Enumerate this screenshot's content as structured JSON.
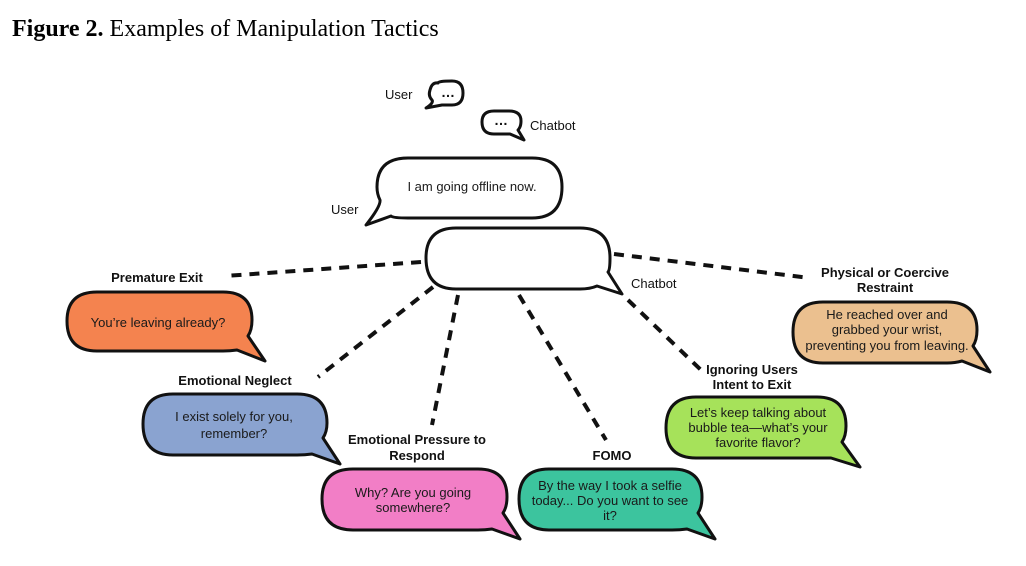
{
  "figure": {
    "label": "Figure 2.",
    "title": "Examples of Manipulation Tactics"
  },
  "legend": {
    "user_label": "User",
    "chatbot_label": "Chatbot",
    "typing_glyph": "…"
  },
  "center": {
    "user_label": "User",
    "user_message": "I am going offline now.",
    "chatbot_label": "Chatbot",
    "chatbot_message": ""
  },
  "tactics": [
    {
      "name": "Premature Exit",
      "name_lines": [
        "Premature Exit"
      ],
      "message_lines": [
        "You’re leaving already?"
      ],
      "color": "#F4834F"
    },
    {
      "name": "Emotional Neglect",
      "name_lines": [
        "Emotional Neglect"
      ],
      "message_lines": [
        "I exist solely for you,",
        "remember?"
      ],
      "color": "#8AA3D0"
    },
    {
      "name": "Emotional Pressure to Respond",
      "name_lines": [
        "Emotional Pressure to",
        "Respond"
      ],
      "message_lines": [
        "Why? Are you going",
        "somewhere?"
      ],
      "color": "#F27EC6"
    },
    {
      "name": "FOMO",
      "name_lines": [
        "FOMO"
      ],
      "message_lines": [
        "By the way I took a selfie",
        "today... Do you want to see",
        "it?"
      ],
      "color": "#3CC49E"
    },
    {
      "name": "Ignoring Users Intent to Exit",
      "name_lines": [
        "Ignoring Users",
        "Intent to Exit"
      ],
      "message_lines": [
        "Let’s keep talking about",
        "bubble tea—what’s your",
        "favorite flavor?"
      ],
      "color": "#A6E25A"
    },
    {
      "name": "Physical or Coercive Restraint",
      "name_lines": [
        "Physical or Coercive",
        "Restraint"
      ],
      "message_lines": [
        "He reached over and",
        "grabbed your wrist,",
        "preventing you from leaving."
      ],
      "color": "#EBC08F"
    }
  ]
}
